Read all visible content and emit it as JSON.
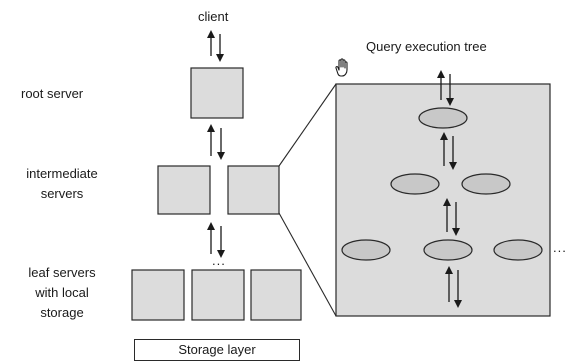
{
  "labels": {
    "client": "client",
    "query_tree": "Query execution tree",
    "root_server": "root server",
    "intermediate_line1": "intermediate",
    "intermediate_line2": "servers",
    "leaf_line1": "leaf servers",
    "leaf_line2": "with local",
    "leaf_line3": "storage",
    "storage_layer": "Storage layer",
    "ellipsis": "..."
  },
  "icons": {
    "cursor": "hand-cursor-icon"
  }
}
